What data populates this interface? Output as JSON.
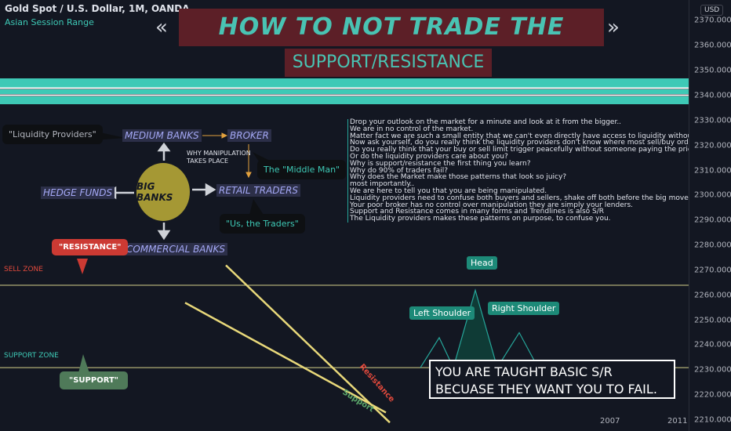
{
  "header": {
    "symbol_line": "Gold Spot / U.S. Dollar, 1M, OANDA",
    "indicator": "Asian Session Range"
  },
  "title_banner": {
    "title": "HOW TO NOT TRADE THE MARKET",
    "subtitle": "SUPPORT/RESISTANCE",
    "left_chevron": "«",
    "right_chevron": "»"
  },
  "currency_button": "USD",
  "chart_data": {
    "type": "line",
    "title": "",
    "y_axis": {
      "ticks": [
        "2370.000",
        "2360.000",
        "2350.000",
        "2340.000",
        "2330.000",
        "2320.000",
        "2310.000",
        "2300.000",
        "2290.000",
        "2280.000",
        "2270.000",
        "2260.000",
        "2250.000",
        "2240.000",
        "2230.000",
        "2220.000",
        "2210.000"
      ],
      "tick_values": [
        2370,
        2360,
        2350,
        2340,
        2330,
        2320,
        2310,
        2300,
        2290,
        2280,
        2270,
        2260,
        2250,
        2240,
        2230,
        2220,
        2210
      ],
      "ylim": [
        2205.6,
        2378.3
      ],
      "grid": false
    },
    "x_axis": {
      "ticks": [
        "2007",
        "2011"
      ]
    },
    "zones": [
      {
        "name": "SELL ZONE",
        "price": 2264,
        "color": "#d6d28a"
      },
      {
        "name": "SUPPORT ZONE",
        "price": 2231,
        "color": "#d6d28a"
      }
    ],
    "head_and_shoulders": {
      "labels": [
        "Left Shoulder",
        "Head",
        "Right Shoulder"
      ],
      "points": [
        2231,
        2243,
        2231,
        2262,
        2231,
        2245,
        2231
      ]
    },
    "trendlines": [
      {
        "name": "Resistance",
        "from": 2272,
        "to": 2209
      },
      {
        "name": "Support",
        "from": 2257,
        "to": 2213
      }
    ]
  },
  "diagram": {
    "center": "BIG BANKS",
    "nodes": {
      "medium_banks": "MEDIUM BANKS",
      "broker": "BROKER",
      "hedge_funds": "HEDGE FUNDS",
      "retail_traders": "RETAIL TRADERS",
      "commercial_banks": "COMMERCIAL BANKS"
    },
    "manipulation_note": [
      "WHY MANIPULATION",
      "TAKES PLACE"
    ],
    "callouts": {
      "liquidity": "\"Liquidity Providers\"",
      "middle_man": "The \"Middle Man\"",
      "us_traders": "\"Us, the Traders\""
    }
  },
  "paragraph_lines": [
    "Drop your outlook on the market for a minute and look at it from the bigger..",
    "We are in no control of the market.",
    "Matter fact we are such a small entity that we can't even directly have access to liquidity without a middle-man",
    "Now ask yourself, do you really think the liquidity providers don't know where most sell/buy orders are placed at?",
    "Do you really think that your buy or sell limit trigger peacefully without someone paying the price?",
    "Or do the liquidity providers care about you?",
    "Why is support/resistance the first thing you learn?",
    "Why do 90% of traders fail?",
    "Why does the Market make those patterns that look so juicy?",
    "most importantly..",
    "We are here to tell you that you are being manipulated.",
    "Liquidity providers need to confuse both buyers and sellers, shake off both before the big move.",
    "Your poor broker has no control over manipulation they are simply your lenders.",
    "Support and Resistance comes in many forms and Trendlines is also S/R",
    "The Liquidity providers makes these patterns on purpose, to confuse you."
  ],
  "tags": {
    "resistance": "\"RESISTANCE\"",
    "support": "\"SUPPORT\""
  },
  "message_box": [
    "YOU ARE TAUGHT BASIC S/R",
    "BECUASE THEY WANT YOU TO FAIL."
  ],
  "colors": {
    "background": "#131722",
    "banner_bg": "#5c1f27",
    "banner_text": "#49c3b3",
    "stripe": "#3ec9b6",
    "zone_line": "#d6d28a",
    "trendline": "#e8d87a",
    "hs_fill": "#0f3b36",
    "hs_line": "#26a69a"
  }
}
